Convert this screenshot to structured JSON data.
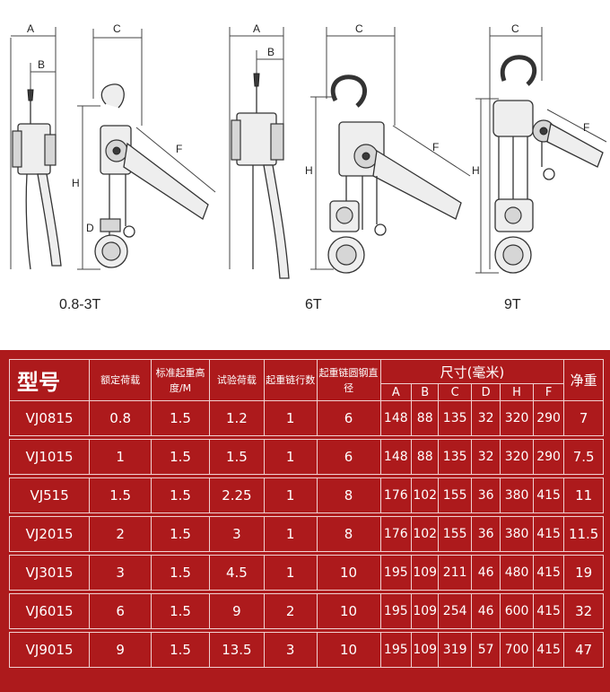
{
  "drawings": {
    "labels": {
      "a": "A",
      "b": "B",
      "c": "C",
      "f": "F",
      "h": "H",
      "d": "D"
    },
    "models": [
      "0.8-3T",
      "6T",
      "9T"
    ]
  },
  "table": {
    "header": {
      "model": "型号",
      "rated_load": "额定荷载",
      "std_lift": "标准起重高度/M",
      "test_load": "试验荷载",
      "chain_falls": "起重链行数",
      "chain_dia": "起重链圆钢直径",
      "dims": "尺寸(毫米)",
      "dim_letters": [
        "A",
        "B",
        "C",
        "D",
        "H",
        "F"
      ],
      "weight": "净重"
    },
    "rows": [
      {
        "model": "VJ0815",
        "rated": "0.8",
        "lift": "1.5",
        "test": "1.2",
        "falls": "1",
        "dia": "6",
        "A": "148",
        "B": "88",
        "C": "135",
        "D": "32",
        "H": "320",
        "F": "290",
        "w": "7"
      },
      {
        "model": "VJ1015",
        "rated": "1",
        "lift": "1.5",
        "test": "1.5",
        "falls": "1",
        "dia": "6",
        "A": "148",
        "B": "88",
        "C": "135",
        "D": "32",
        "H": "320",
        "F": "290",
        "w": "7.5"
      },
      {
        "model": "VJ515",
        "rated": "1.5",
        "lift": "1.5",
        "test": "2.25",
        "falls": "1",
        "dia": "8",
        "A": "176",
        "B": "102",
        "C": "155",
        "D": "36",
        "H": "380",
        "F": "415",
        "w": "11"
      },
      {
        "model": "VJ2015",
        "rated": "2",
        "lift": "1.5",
        "test": "3",
        "falls": "1",
        "dia": "8",
        "A": "176",
        "B": "102",
        "C": "155",
        "D": "36",
        "H": "380",
        "F": "415",
        "w": "11.5"
      },
      {
        "model": "VJ3015",
        "rated": "3",
        "lift": "1.5",
        "test": "4.5",
        "falls": "1",
        "dia": "10",
        "A": "195",
        "B": "109",
        "C": "211",
        "D": "46",
        "H": "480",
        "F": "415",
        "w": "19"
      },
      {
        "model": "VJ6015",
        "rated": "6",
        "lift": "1.5",
        "test": "9",
        "falls": "2",
        "dia": "10",
        "A": "195",
        "B": "109",
        "C": "254",
        "D": "46",
        "H": "600",
        "F": "415",
        "w": "32"
      },
      {
        "model": "VJ9015",
        "rated": "9",
        "lift": "1.5",
        "test": "13.5",
        "falls": "3",
        "dia": "10",
        "A": "195",
        "B": "109",
        "C": "319",
        "D": "57",
        "H": "700",
        "F": "415",
        "w": "47"
      }
    ]
  }
}
